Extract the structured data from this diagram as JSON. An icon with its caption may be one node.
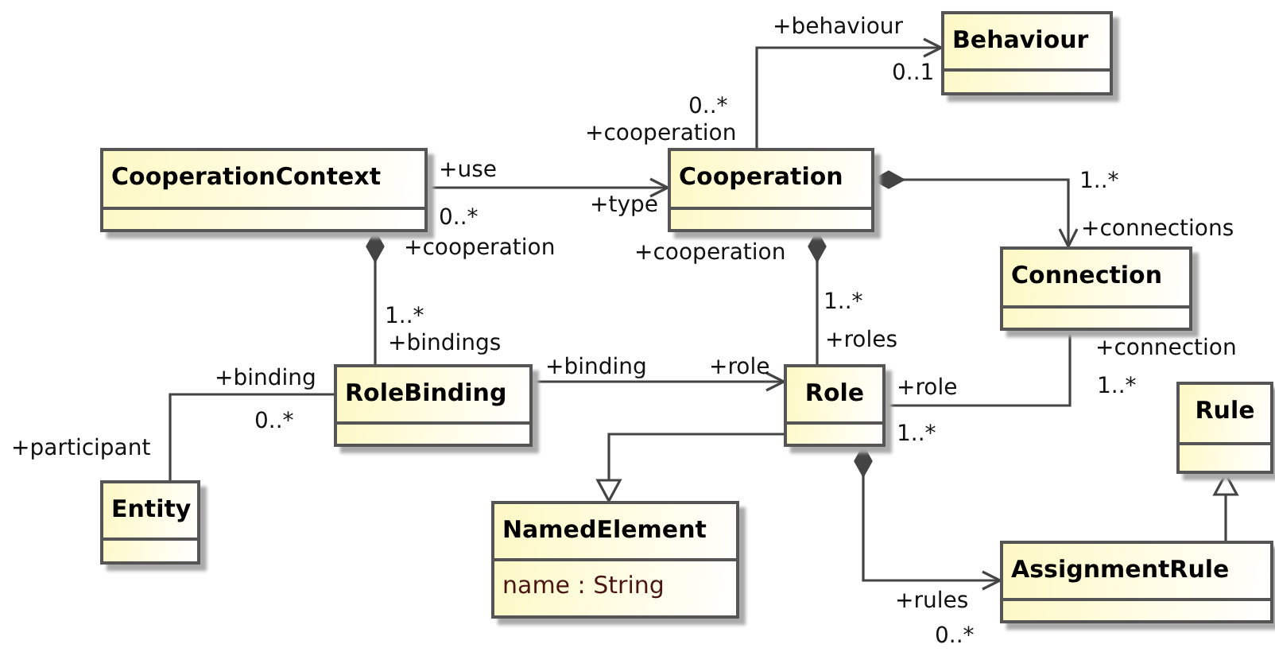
{
  "diagram": {
    "nodes": [
      {
        "text": [
          "Behaviour"
        ]
      },
      {
        "text": [
          "CooperationContext"
        ]
      },
      {
        "text": [
          "Cooperation"
        ]
      },
      {
        "text": [
          "Connection"
        ]
      },
      {
        "text": [
          "RoleBinding"
        ]
      },
      {
        "text": [
          "Role"
        ]
      },
      {
        "text": [
          "Rule"
        ]
      },
      {
        "text": [
          "Entity"
        ]
      },
      {
        "text": [
          "NamedElement",
          "name : String"
        ]
      },
      {
        "text": [
          "AssignmentRule"
        ]
      }
    ],
    "edges": [
      {
        "from": 1,
        "to": 2,
        "arrow": "to"
      },
      {
        "from": 1,
        "to": 4,
        "arrow": "other"
      },
      {
        "from": 2,
        "to": 0,
        "arrow": "to"
      },
      {
        "from": 2,
        "to": 3,
        "arrow": "to"
      },
      {
        "from": 2,
        "to": 5,
        "arrow": "other"
      },
      {
        "from": 4,
        "to": 5,
        "arrow": "to"
      },
      {
        "from": 5,
        "to": 9,
        "arrow": "to"
      },
      {
        "from": 5,
        "to": 3,
        "arrow": "none"
      },
      {
        "from": 4,
        "to": 7,
        "arrow": "none"
      },
      {
        "from": 5,
        "to": 8,
        "arrow": "to"
      },
      {
        "from": 9,
        "to": 6,
        "arrow": "to"
      }
    ],
    "labels": [
      "+behaviour",
      "0..1",
      "0..*",
      "+cooperation",
      "+use",
      "1..*",
      "+type",
      "0..*",
      "+connections",
      "+cooperation",
      "+cooperation",
      "1..*",
      "1..*",
      "+bindings",
      "+roles",
      "+connection",
      "+binding",
      "+binding",
      "+role",
      "+role",
      "1..*",
      "0..*",
      "1..*",
      "+participant",
      "+rules",
      "0..*"
    ]
  }
}
